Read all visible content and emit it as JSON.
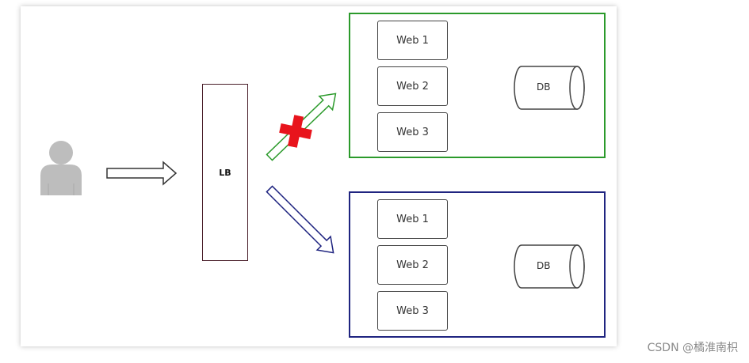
{
  "diagram": {
    "lb_label": "LB",
    "groups": [
      {
        "status": "inactive",
        "border_color": "#2b9a2b",
        "servers": [
          "Web 1",
          "Web 2",
          "Web 3"
        ],
        "db_label": "DB"
      },
      {
        "status": "active",
        "border_color": "#1f2480",
        "servers": [
          "Web 1",
          "Web 2",
          "Web 3"
        ],
        "db_label": "DB"
      }
    ],
    "icons": {
      "user": "user-icon",
      "blocked": "red-cross-icon"
    },
    "colors": {
      "blocked_mark": "#e8141c",
      "lb_border": "#4a1f2a"
    }
  },
  "watermark": "CSDN @橘淮南枳"
}
